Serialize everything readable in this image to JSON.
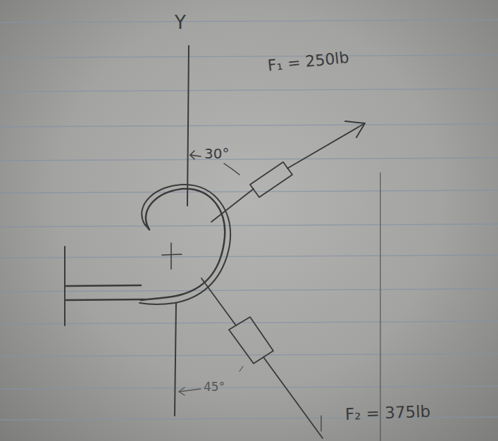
{
  "diagram": {
    "labels": [
      "Y",
      "F₁ = 250lb",
      "30°",
      "45°",
      "F₂ = 375lb"
    ]
  }
}
